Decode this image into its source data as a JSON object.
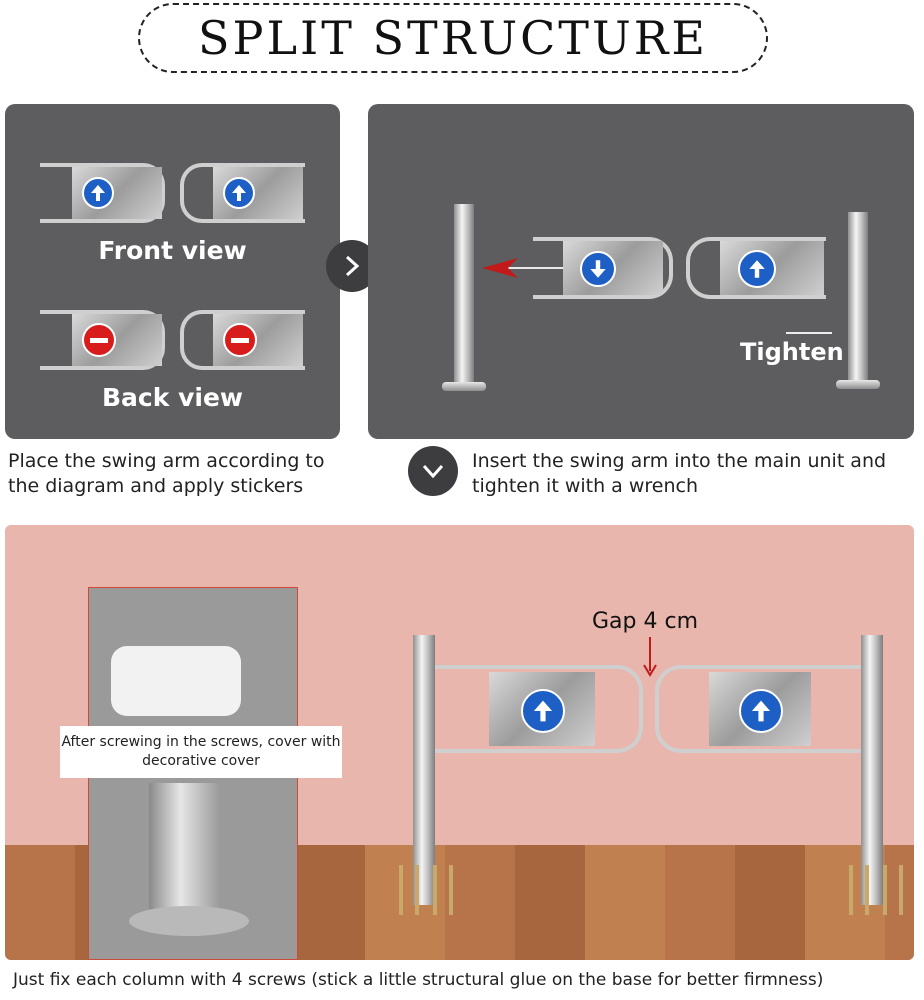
{
  "title": "SPLIT STRUCTURE",
  "left_panel": {
    "front_label": "Front view",
    "back_label": "Back view"
  },
  "right_panel": {
    "tighten_label": "Tighten"
  },
  "captions": {
    "left": "Place the swing arm according to the diagram and apply stickers",
    "right": "Insert the swing arm into the main unit and tighten it with a wrench",
    "bottom": "Just fix each column with 4 screws (stick a little structural glue on the base for better firmness)"
  },
  "scene": {
    "inset_note": "After screwing in the screws, cover with decorative cover",
    "gap_label": "Gap 4 cm"
  },
  "icons": {
    "next": "chevron-right-icon",
    "down": "chevron-down-icon",
    "direction": "up-arrow-icon",
    "no_entry": "no-entry-icon"
  },
  "colors": {
    "panel": "#5d5d5f",
    "arrow_blue": "#1d5fc4",
    "stop_red": "#d81c1c",
    "wall": "#e8b6ad",
    "floor": "#b7744a"
  }
}
